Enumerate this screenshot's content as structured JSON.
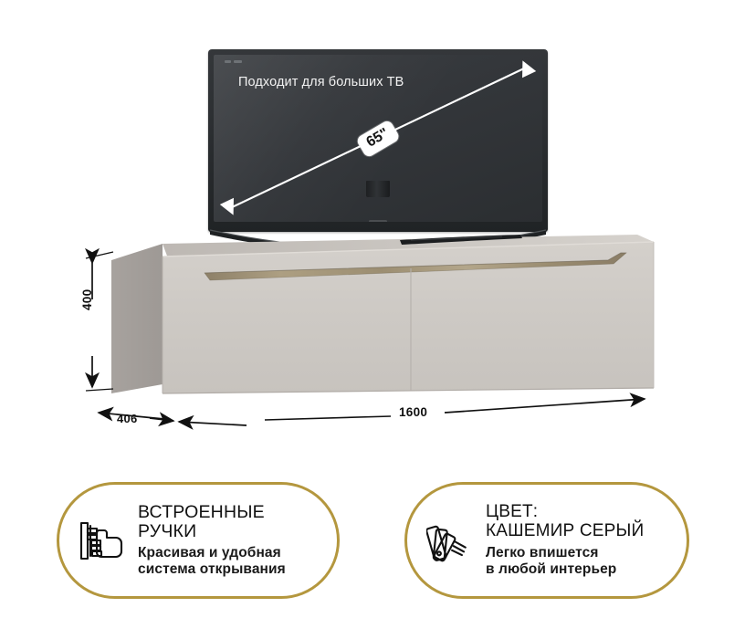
{
  "product": {
    "type": "tv-stand-infographic",
    "color_name": "Кашемир серый",
    "front_color": "#cdc9c4",
    "side_color": "#a49f9c",
    "handle_wood_color": "#a4977a",
    "accent_gold": "#b4973e",
    "background": "#ffffff"
  },
  "tv": {
    "headline": "Подходит для больших ТВ",
    "diagonal_label": "65\"",
    "screen_color": "#33363a",
    "bezel_color": "#2a2d30"
  },
  "dimensions": {
    "height": "400",
    "depth": "406",
    "width": "1600"
  },
  "features": [
    {
      "icon": "hand-grip-handle-icon",
      "title": "ВСТРОЕННЫЕ",
      "title2": "РУЧКИ",
      "sub_line1": "Красивая и удобная",
      "sub_line2": "система открывания"
    },
    {
      "icon": "color-swatch-fan-icon",
      "title": "ЦВЕТ:",
      "title2": "КАШЕМИР СЕРЫЙ",
      "sub_line1": "Легко впишется",
      "sub_line2": "в любой интерьер"
    }
  ]
}
